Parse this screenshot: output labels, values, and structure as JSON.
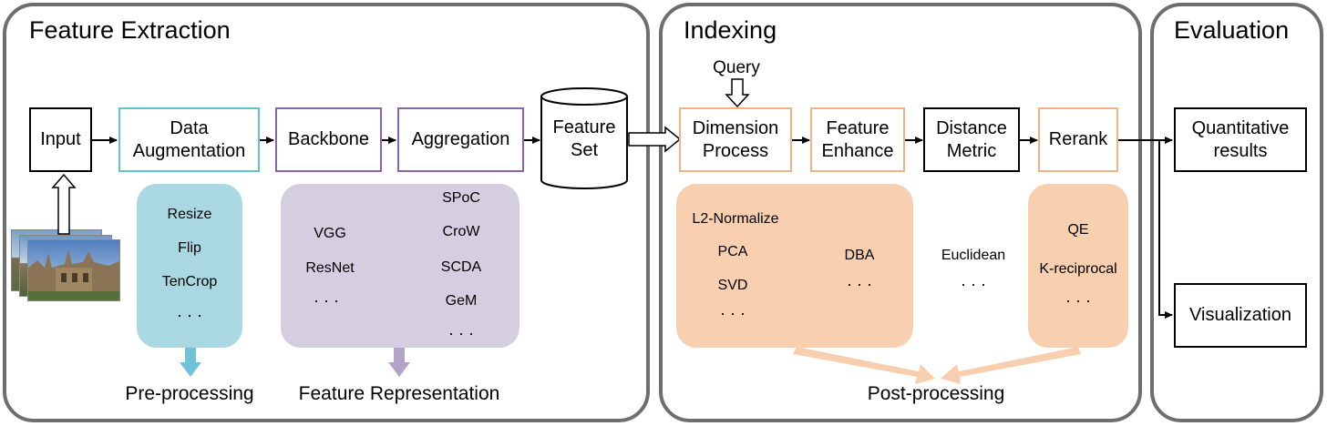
{
  "feature_extraction": {
    "title": "Feature Extraction",
    "input": "Input",
    "data_aug_l1": "Data",
    "data_aug_l2": "Augmentation",
    "backbone": "Backbone",
    "aggregation": "Aggregation",
    "feature_set_l1": "Feature",
    "feature_set_l2": "Set",
    "preprocessing_items": [
      "Resize",
      "Flip",
      "TenCrop",
      "· · ·"
    ],
    "backbone_items": [
      "VGG",
      "ResNet",
      "· · ·"
    ],
    "aggregation_items": [
      "SPoC",
      "CroW",
      "SCDA",
      "GeM",
      "· · ·"
    ],
    "preprocessing_caption": "Pre-processing",
    "representation_caption": "Feature Representation"
  },
  "indexing": {
    "title": "Indexing",
    "query": "Query",
    "dim_l1": "Dimension",
    "dim_l2": "Process",
    "enh_l1": "Feature",
    "enh_l2": "Enhance",
    "dist_l1": "Distance",
    "dist_l2": "Metric",
    "rerank": "Rerank",
    "dim_items": [
      "L2-Normalize",
      "PCA",
      "SVD",
      "· · ·"
    ],
    "enh_items": [
      "DBA",
      "· · ·"
    ],
    "dist_items": [
      "Euclidean",
      "· · ·"
    ],
    "rerank_items": [
      "QE",
      "K-reciprocal",
      "· · ·"
    ],
    "postprocessing_caption": "Post-processing"
  },
  "evaluation": {
    "title": "Evaluation",
    "quant_l1": "Quantitative",
    "quant_l2": "results",
    "visualization": "Visualization"
  },
  "colors": {
    "panel_border": "#6e6e6e",
    "preprocess_bg": "#a9d8e3",
    "representation_bg": "#d5cde0",
    "postprocess_bg": "#f8d0b0",
    "preprocess_arrow": "#6fc2d8",
    "representation_arrow": "#b4a3c8",
    "postprocess_arrow": "#f7cfae"
  }
}
